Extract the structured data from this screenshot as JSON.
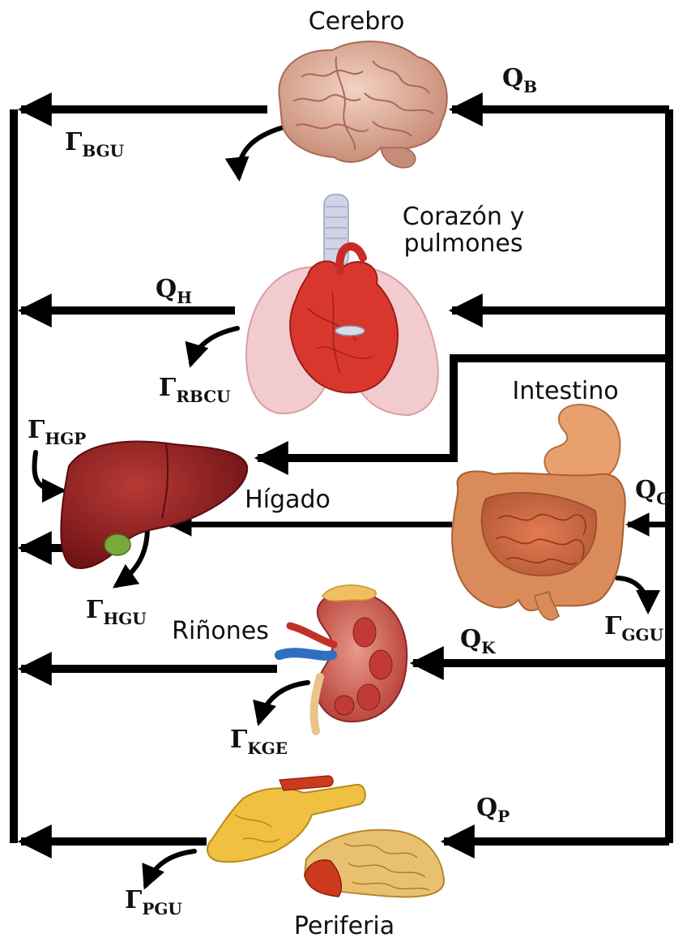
{
  "labels": {
    "brain": "Cerebro",
    "heart_line1": "Corazón y",
    "heart_line2": "pulmones",
    "gut": "Intestino",
    "liver": "Hígado",
    "kidney": "Riñones",
    "periphery": "Periferia"
  },
  "flows": {
    "Q_B": {
      "main": "Q",
      "sub": "B"
    },
    "Q_H": {
      "main": "Q",
      "sub": "H"
    },
    "Q_G": {
      "main": "Q",
      "sub": "G"
    },
    "Q_K": {
      "main": "Q",
      "sub": "K"
    },
    "Q_P": {
      "main": "Q",
      "sub": "P"
    }
  },
  "rates": {
    "G_BGU": {
      "main": "Γ",
      "sub": "BGU"
    },
    "G_RBCU": {
      "main": "Γ",
      "sub": "RBCU"
    },
    "G_HGP": {
      "main": "Γ",
      "sub": "HGP"
    },
    "G_HGU": {
      "main": "Γ",
      "sub": "HGU"
    },
    "G_GGU": {
      "main": "Γ",
      "sub": "GGU"
    },
    "G_KGE": {
      "main": "Γ",
      "sub": "KGE"
    },
    "G_PGU": {
      "main": "Γ",
      "sub": "PGU"
    }
  },
  "colors": {
    "line": "#000000",
    "brain": "#e8b9a6",
    "lung": "#f2c9cc",
    "heart": "#d9372e",
    "liver": "#8e1d1f",
    "gut": "#d98b5c",
    "kidney": "#c84a4a",
    "bone": "#f0c040",
    "fat": "#e8c070",
    "muscle": "#cc3a1e"
  }
}
